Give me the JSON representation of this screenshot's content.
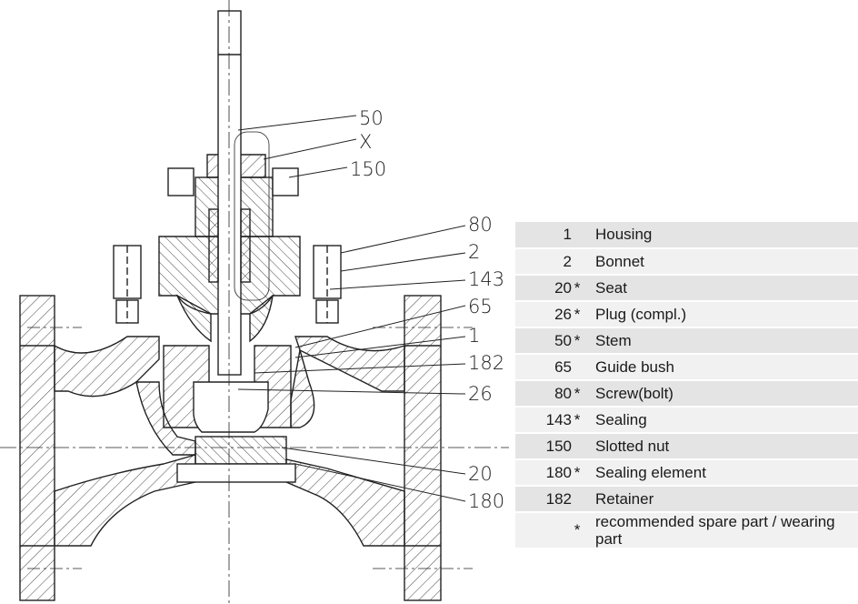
{
  "callouts": [
    {
      "label": "50"
    },
    {
      "label": "X"
    },
    {
      "label": "150"
    },
    {
      "label": "80"
    },
    {
      "label": "2"
    },
    {
      "label": "143"
    },
    {
      "label": "65"
    },
    {
      "label": "1"
    },
    {
      "label": "182"
    },
    {
      "label": "26"
    },
    {
      "label": "20"
    },
    {
      "label": "180"
    }
  ],
  "parts": [
    {
      "number": "1",
      "spare": "",
      "description": "Housing"
    },
    {
      "number": "2",
      "spare": "",
      "description": "Bonnet"
    },
    {
      "number": "20",
      "spare": "*",
      "description": "Seat"
    },
    {
      "number": "26",
      "spare": "*",
      "description": "Plug (compl.)"
    },
    {
      "number": "50",
      "spare": "*",
      "description": "Stem"
    },
    {
      "number": "65",
      "spare": "",
      "description": "Guide bush"
    },
    {
      "number": "80",
      "spare": "*",
      "description": "Screw(bolt)"
    },
    {
      "number": "143",
      "spare": "*",
      "description": "Sealing"
    },
    {
      "number": "150",
      "spare": "",
      "description": "Slotted nut"
    },
    {
      "number": "180",
      "spare": "*",
      "description": "Sealing element"
    },
    {
      "number": "182",
      "spare": "",
      "description": "Retainer"
    }
  ],
  "footnote": {
    "marker": "*",
    "text": "recommended spare part / wearing part"
  }
}
